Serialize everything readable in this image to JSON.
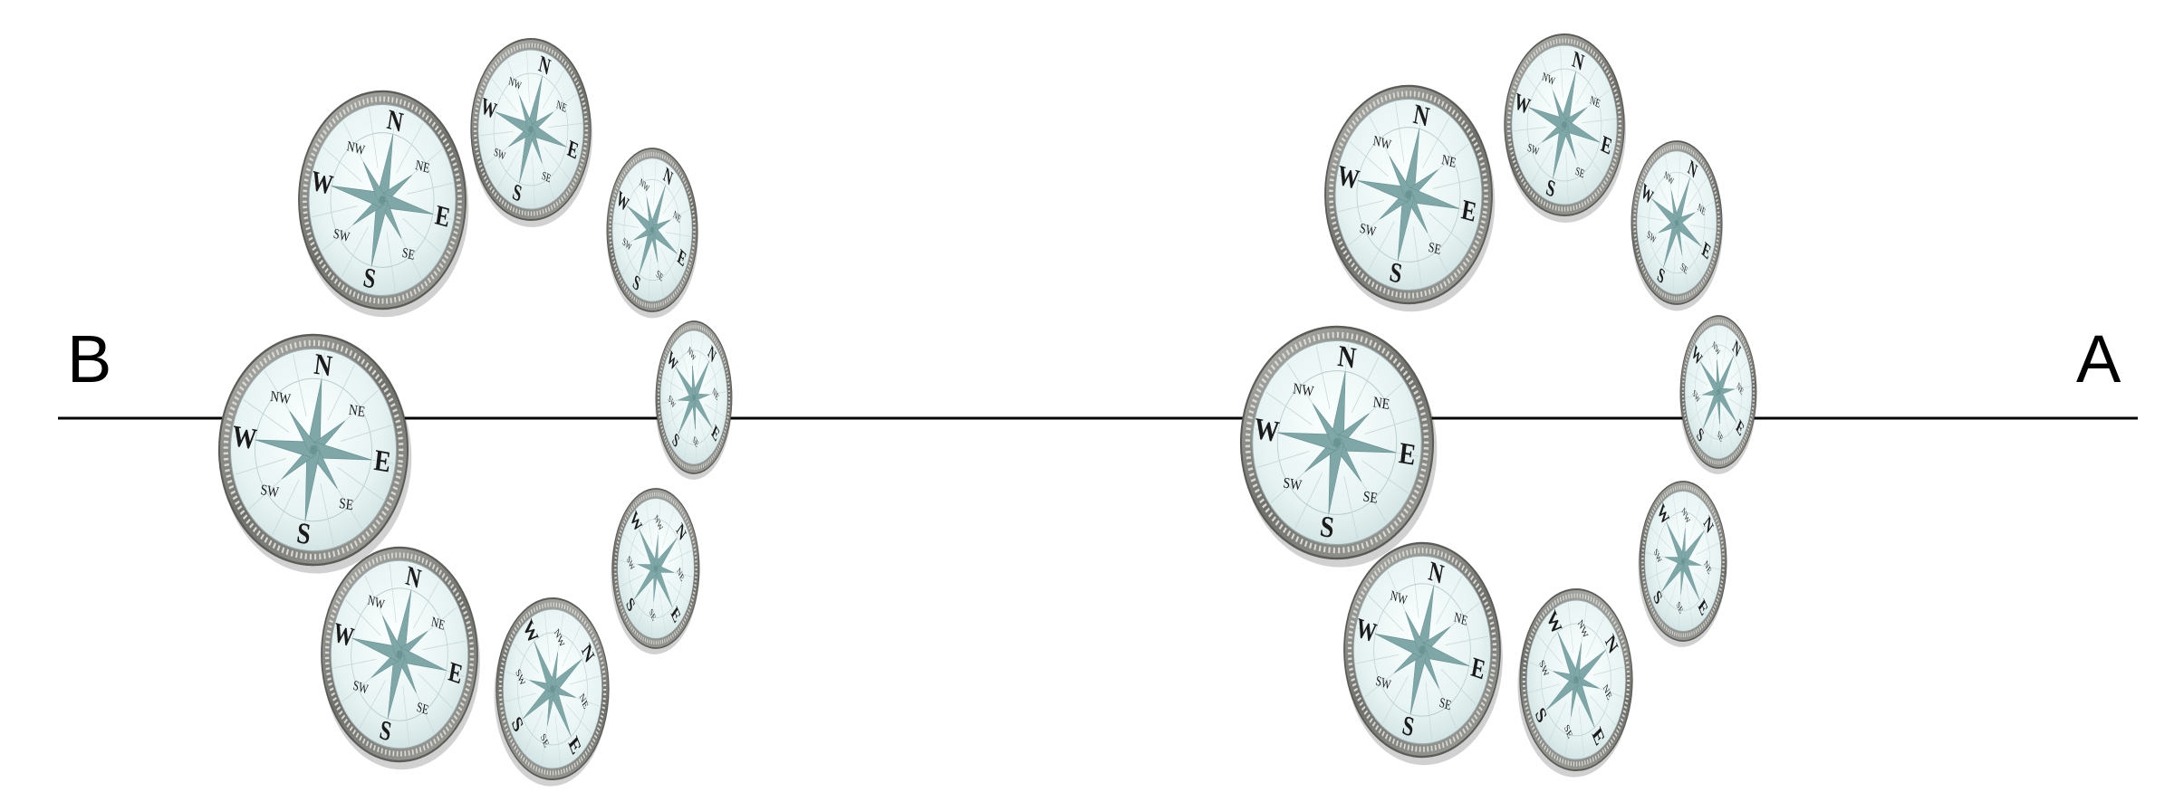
{
  "labels": {
    "left": "B",
    "right": "A"
  },
  "compass": {
    "cardinal": [
      "N",
      "E",
      "S",
      "W"
    ],
    "intercardinal": [
      "NE",
      "SE",
      "SW",
      "NW"
    ]
  },
  "colors": {
    "line": "#000000",
    "rose": "#7fa7a7",
    "face": "#edf6f6",
    "bezel": "#8a8a86"
  },
  "rings": [
    {
      "name": "left-ring",
      "count": 8
    },
    {
      "name": "right-ring",
      "count": 8
    }
  ]
}
